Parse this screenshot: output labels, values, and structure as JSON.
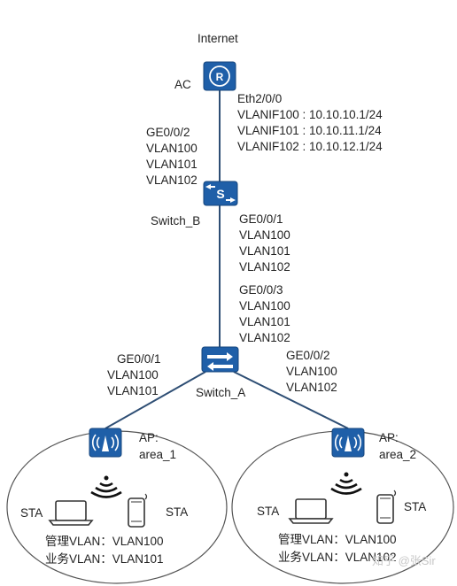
{
  "colors": {
    "device_fill": "#1f5fa8",
    "device_stroke": "#16467d",
    "link": "#2e4e74",
    "ellipse": "#555555",
    "text": "#222222",
    "watermark": "#d0d0d0"
  },
  "internet": {
    "label": "Internet"
  },
  "ac": {
    "name": "AC",
    "icon": "router-icon",
    "interface": "Eth2/0/0",
    "vlanifs": [
      "VLANIF100 : 10.10.10.1/24",
      "VLANIF101 : 10.10.11.1/24",
      "VLANIF102 : 10.10.12.1/24"
    ]
  },
  "switch_b": {
    "name": "Switch_B",
    "icon": "switch-icon",
    "up_port": "GE0/0/2",
    "up_vlans": [
      "VLAN100",
      "VLAN101",
      "VLAN102"
    ],
    "down_port": "GE0/0/1",
    "down_vlans": [
      "VLAN100",
      "VLAN101",
      "VLAN102"
    ]
  },
  "switch_a": {
    "name": "Switch_A",
    "icon": "switch-icon",
    "up_port": "GE0/0/3",
    "up_vlans": [
      "VLAN100",
      "VLAN101",
      "VLAN102"
    ],
    "left_port": "GE0/0/1",
    "left_vlans": [
      "VLAN100",
      "VLAN101"
    ],
    "right_port": "GE0/0/2",
    "right_vlans": [
      "VLAN100",
      "VLAN102"
    ]
  },
  "area_1": {
    "ap_label": "AP:",
    "ap_name": "area_1",
    "sta_left": "STA",
    "sta_right": "STA",
    "mgmt_vlan": "管理VLAN：VLAN100",
    "service_vlan": "业务VLAN：VLAN101"
  },
  "area_2": {
    "ap_label": "AP:",
    "ap_name": "area_2",
    "sta_left": "STA",
    "sta_right": "STA",
    "mgmt_vlan": "管理VLAN：VLAN100",
    "service_vlan": "业务VLAN：VLAN102"
  },
  "watermark": "知乎 @张Sir"
}
